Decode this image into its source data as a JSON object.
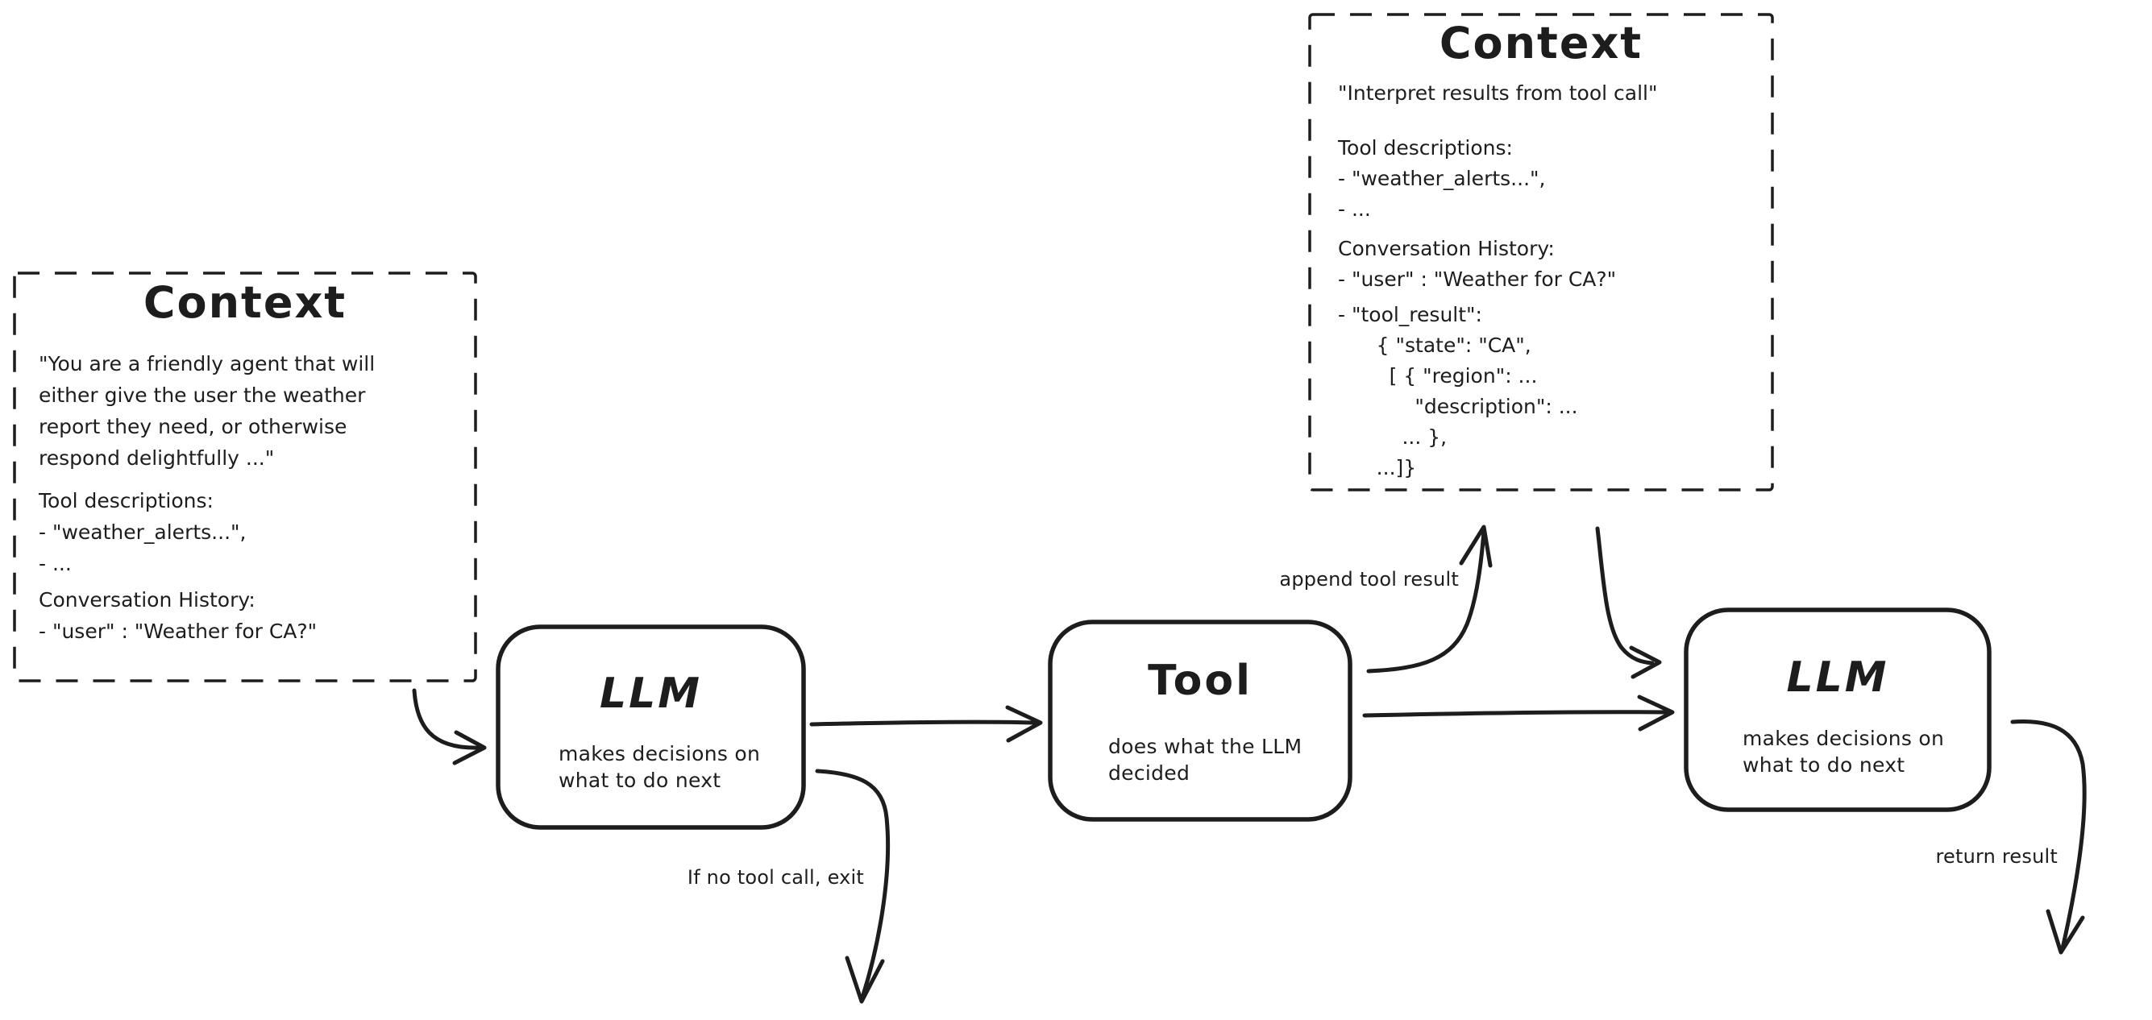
{
  "diagram": {
    "colors": {
      "ink": "#1d1d1d",
      "background": "#ffffff"
    }
  },
  "nodes": {
    "context_left": {
      "title": "Context",
      "lines": [
        "\"You are a friendly agent that will",
        "either give the user the weather",
        "report they need, or otherwise",
        "respond delightfully ...\"",
        "Tool descriptions:",
        "- \"weather_alerts...\",",
        "- ...",
        "Conversation History:",
        "- \"user\" : \"Weather for CA?\""
      ]
    },
    "llm_1": {
      "title": "LLM",
      "description": "makes decisions on\nwhat to do next"
    },
    "tool": {
      "title": "Tool",
      "description": "does what the LLM\ndecided"
    },
    "context_right": {
      "title": "Context",
      "lines": [
        "\"Interpret results from tool call\"",
        "Tool descriptions:",
        "- \"weather_alerts...\",",
        "- ...",
        "Conversation History:",
        "- \"user\" : \"Weather for CA?\"",
        "- \"tool_result\":",
        "      { \"state\": \"CA\",",
        "        [ { \"region\": ...",
        "            \"description\": ...",
        "          ... },",
        "      ...]}"
      ]
    },
    "llm_2": {
      "title": "LLM",
      "description": "makes decisions on\nwhat to do next"
    }
  },
  "edges": [
    {
      "from": "context-system-prompt",
      "to": "llm-decide",
      "label": ""
    },
    {
      "from": "llm-decide",
      "to": "tool",
      "label": ""
    },
    {
      "from": "tool",
      "to": "llm-interpret",
      "label": ""
    },
    {
      "from": "tool",
      "to": "context-with-tool-result",
      "label": "append tool result"
    },
    {
      "from": "context-with-tool-result",
      "to": "llm-interpret",
      "label": ""
    },
    {
      "from": "llm-decide",
      "to": "exit",
      "label": "If no tool call, exit"
    },
    {
      "from": "llm-interpret",
      "to": "output",
      "label": "return result"
    }
  ]
}
